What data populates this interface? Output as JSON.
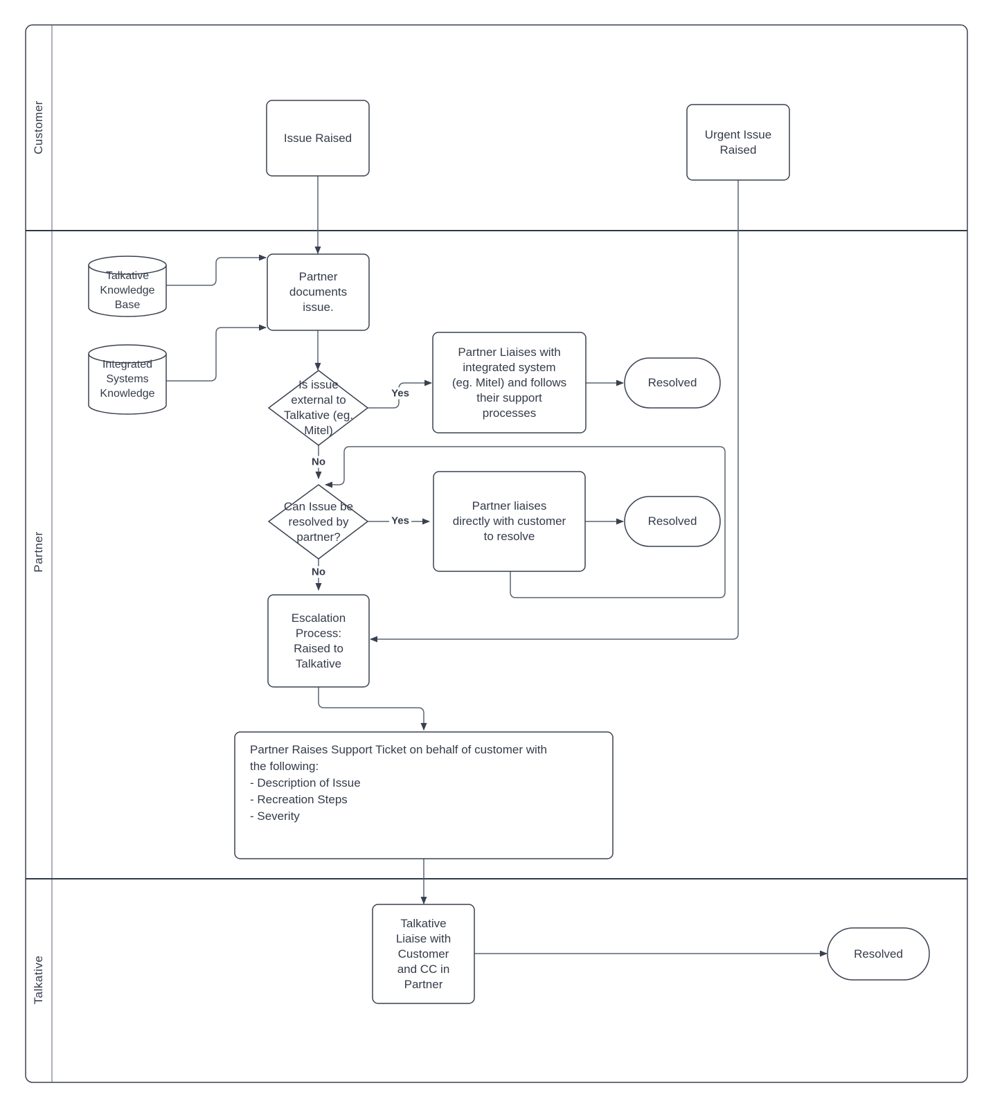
{
  "diagram": {
    "colors": {
      "background": "#ffffff",
      "shape_stroke": "#39404f",
      "connector": "#5a6372",
      "text": "#343b4a",
      "lane_line": "#2f3747"
    },
    "lanes": {
      "customer": {
        "label": "Customer"
      },
      "partner": {
        "label": "Partner"
      },
      "talkative": {
        "label": "Talkative"
      }
    },
    "nodes": {
      "issue_raised": {
        "label": "Issue Raised"
      },
      "urgent_issue_raised": {
        "label": "Urgent Issue\nRaised"
      },
      "talkative_knowledge_base": {
        "label": "Talkative\nKnowledge\nBase"
      },
      "integrated_systems_knowledge": {
        "label": "Integrated\nSystems\nKnowledge"
      },
      "partner_documents_issue": {
        "label": "Partner\ndocuments\nissue."
      },
      "is_issue_external": {
        "label": "Is issue\nexternal to\nTalkative (eg.\nMitel)"
      },
      "partner_liaises_integrated": {
        "label": "Partner Liaises with\nintegrated system\n(eg. Mitel) and follows\ntheir support\nprocesses"
      },
      "resolved_1": {
        "label": "Resolved"
      },
      "can_issue_be_resolved": {
        "label": "Can Issue be\nresolved by\npartner?"
      },
      "partner_liaises_customer": {
        "label": "Partner liaises\ndirectly with customer\nto resolve"
      },
      "resolved_2": {
        "label": "Resolved"
      },
      "escalation_process": {
        "label": "Escalation\nProcess:\nRaised to\nTalkative"
      },
      "support_ticket": {
        "label": "Partner Raises Support Ticket on behalf of customer with\nthe following:\n- Description of Issue\n- Recreation Steps\n- Severity"
      },
      "talkative_liaise": {
        "label": "Talkative\nLiaise with\nCustomer\nand CC in\nPartner"
      },
      "resolved_3": {
        "label": "Resolved"
      }
    },
    "edge_labels": {
      "external_yes": "Yes",
      "external_no": "No",
      "resolved_yes": "Yes",
      "resolved_no": "No"
    }
  }
}
